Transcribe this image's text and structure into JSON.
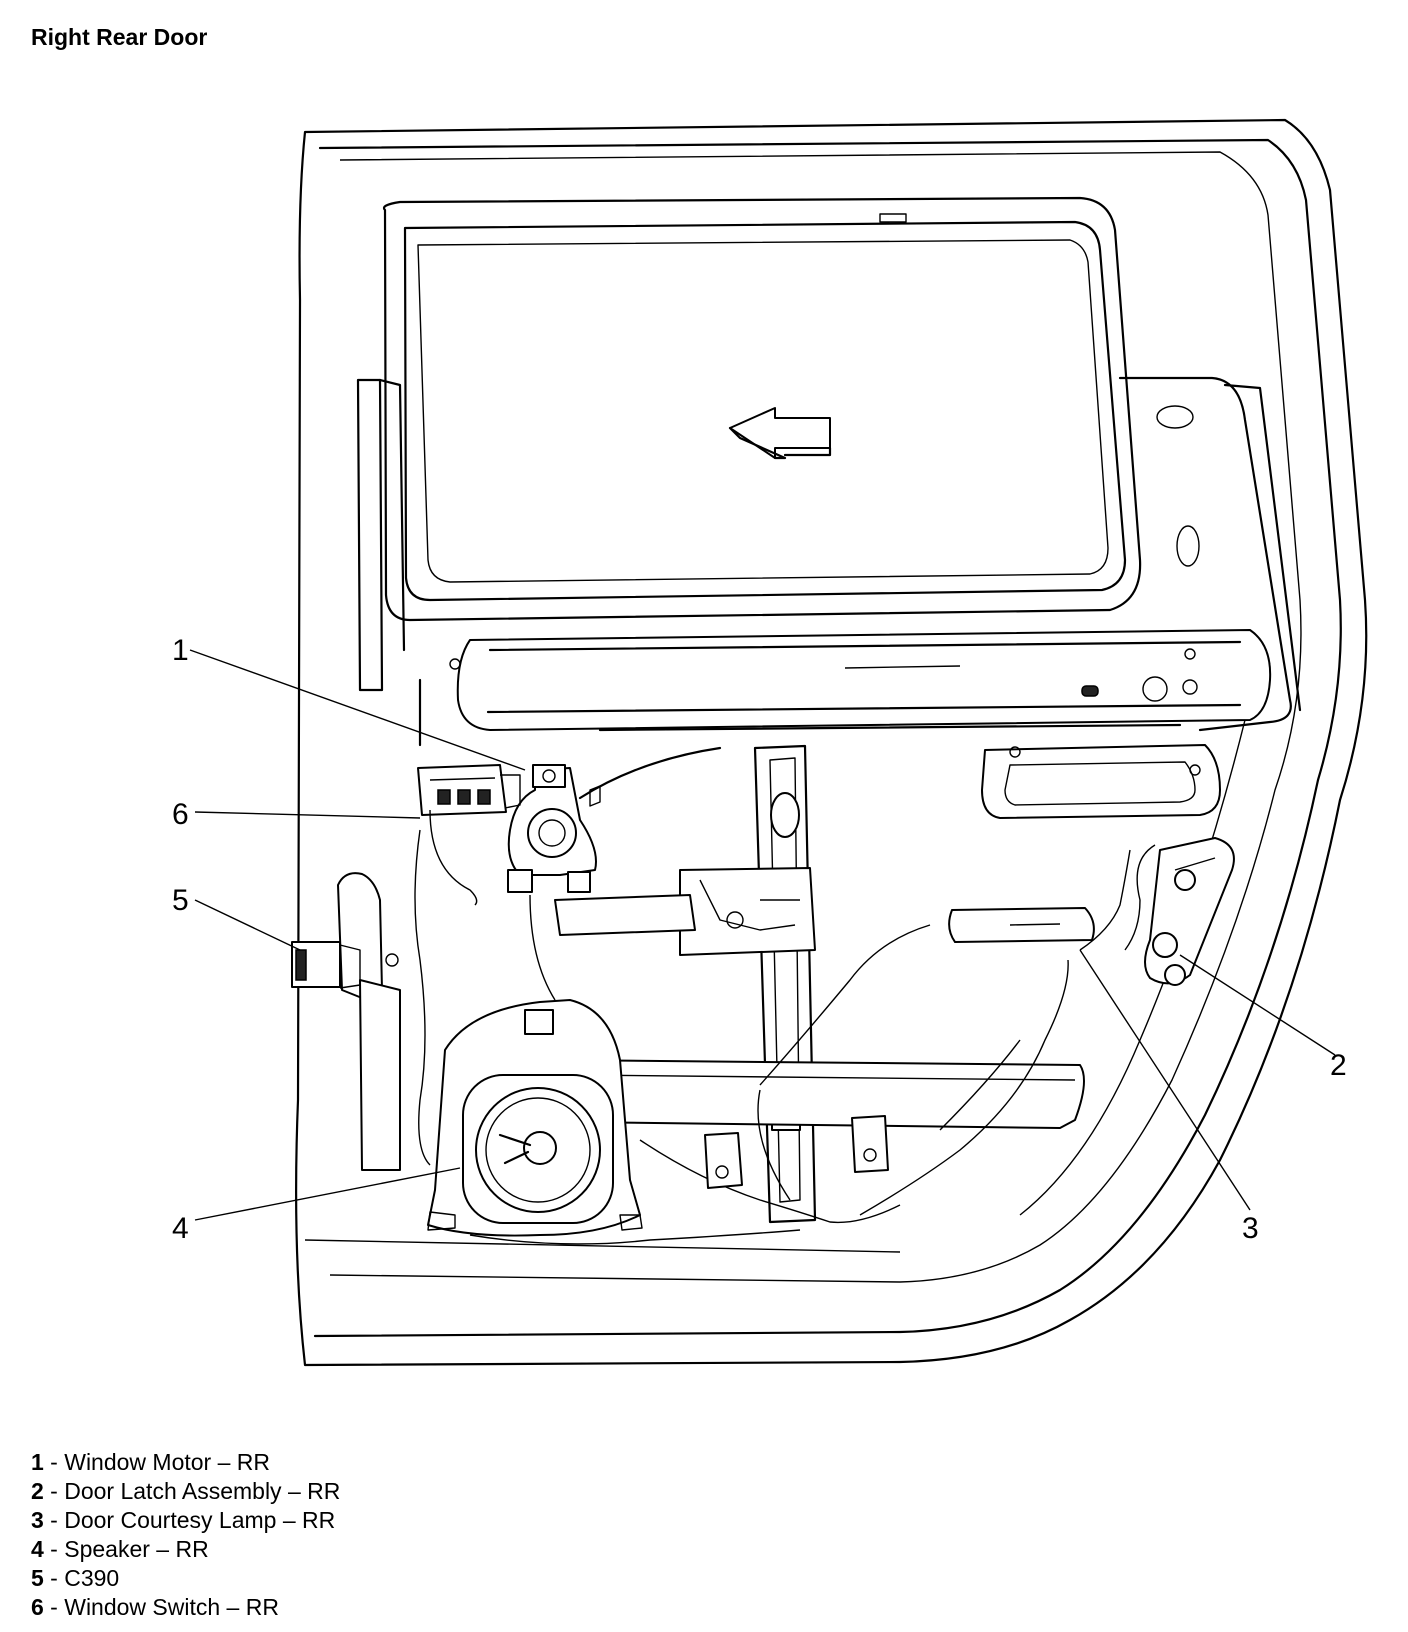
{
  "title": "Right Rear Door",
  "callouts": [
    "1",
    "2",
    "3",
    "4",
    "5",
    "6"
  ],
  "legend": [
    {
      "num": "1",
      "text": " - Window Motor – RR"
    },
    {
      "num": "2",
      "text": " - Door Latch Assembly – RR"
    },
    {
      "num": "3",
      "text": " - Door Courtesy Lamp – RR"
    },
    {
      "num": "4",
      "text": " - Speaker – RR"
    },
    {
      "num": "5",
      "text": " - C390"
    },
    {
      "num": "6",
      "text": " - Window Switch – RR"
    }
  ]
}
